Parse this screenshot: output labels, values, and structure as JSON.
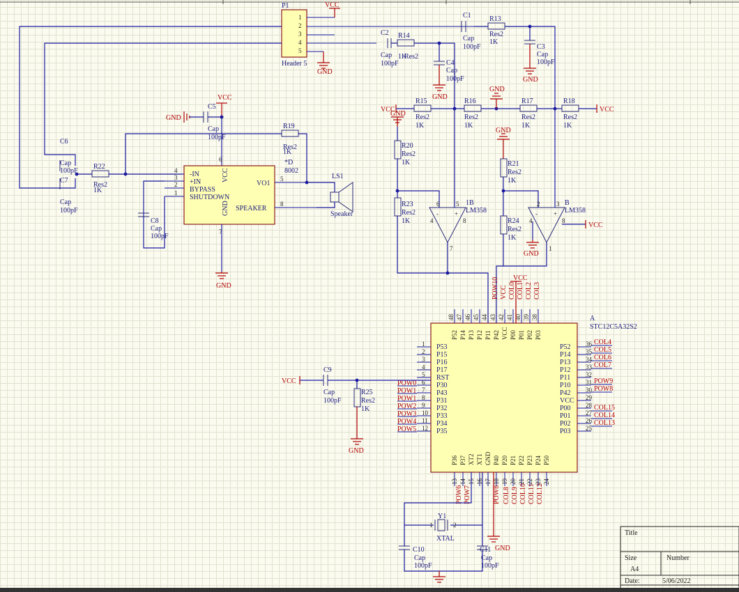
{
  "p1": {
    "ref": "P1",
    "name": "Header 5",
    "pins": [
      "1",
      "2",
      "3",
      "4",
      "5"
    ]
  },
  "net": {
    "vcc": "VCC",
    "gnd": "GND"
  },
  "caps": {
    "c1": {
      "ref": "C1",
      "type": "Cap",
      "val": "100pF"
    },
    "c2": {
      "ref": "C2",
      "type": "Cap",
      "val": "100pF"
    },
    "c3": {
      "ref": "C3",
      "type": "Cap",
      "val": "100pF"
    },
    "c4": {
      "ref": "C4",
      "type": "Cap",
      "val": "100pF"
    },
    "c5": {
      "ref": "C5",
      "type": "Cap",
      "val": "100pF"
    },
    "c6": {
      "ref": "C6",
      "type": "Cap",
      "val": "100pF"
    },
    "c7": {
      "ref": "C7",
      "type": "Cap",
      "val": "100pF"
    },
    "c8": {
      "ref": "C8",
      "type": "Cap",
      "val": "100pF"
    },
    "c9": {
      "ref": "C9",
      "type": "Cap",
      "val": "100pF"
    },
    "c10": {
      "ref": "C10",
      "type": "Cap",
      "val": "100pF"
    },
    "c11": {
      "ref": "C11",
      "type": "Cap",
      "val": "100pF"
    }
  },
  "res": {
    "r13": {
      "ref": "R13",
      "type": "Res2",
      "val": "1K"
    },
    "r14": {
      "ref": "R14",
      "type": "Res2",
      "val": "1K"
    },
    "r15": {
      "ref": "R15",
      "type": "Res2",
      "val": "1K"
    },
    "r16": {
      "ref": "R16",
      "type": "Res2",
      "val": "1K"
    },
    "r17": {
      "ref": "R17",
      "type": "Res2",
      "val": "1K"
    },
    "r18": {
      "ref": "R18",
      "type": "Res2",
      "val": "1K"
    },
    "r19": {
      "ref": "R19",
      "type": "Res2",
      "val": "1K"
    },
    "r20": {
      "ref": "R20",
      "type": "Res2",
      "val": "1K"
    },
    "r21": {
      "ref": "R21",
      "type": "Res2",
      "val": "1K"
    },
    "r22": {
      "ref": "R22",
      "type": "Res2",
      "val": "1K"
    },
    "r23": {
      "ref": "R23",
      "type": "Res2",
      "val": "1K"
    },
    "r24": {
      "ref": "R24",
      "type": "Res2",
      "val": "1K"
    },
    "r25": {
      "ref": "R25",
      "type": "Res2",
      "val": "1K"
    }
  },
  "amp": {
    "ref": "VO1",
    "part": "*D",
    "name": "8002",
    "pin_in_neg": "-IN",
    "pin_in_pos": "+IN",
    "pin_bypass": "BYPASS",
    "pin_shutdown": "SHUTDOWN",
    "pin_vcc": "VCC",
    "pin_gnd": "GND",
    "pin_speaker": "SPEAKER",
    "n4": "4",
    "n3": "3",
    "n2": "2",
    "n1": "1",
    "n5": "5",
    "n8": "8",
    "n6": "6",
    "n7": "7"
  },
  "ls1": {
    "ref": "LS1",
    "name": "Speaker"
  },
  "op1b": {
    "ref": "1B",
    "part": "LM358",
    "n5": "5",
    "n6": "6",
    "n7": "7",
    "n4": "4",
    "n8": "8"
  },
  "op2b": {
    "ref": "B",
    "part": "LM358",
    "n2": "2",
    "n3": "3",
    "n1": "1",
    "n4": "4",
    "n8": "8"
  },
  "mcu": {
    "ref": "A",
    "part": "STC12C5A32S2",
    "top_pins": [
      "P52",
      "P14",
      "P13",
      "P12",
      "P11",
      "P42",
      "VCC",
      "P00",
      "P01",
      "P02",
      "P03"
    ],
    "top_nums": [
      "48",
      "47",
      "46",
      "45",
      "44",
      "43",
      "42",
      "41",
      "40",
      "39",
      "38"
    ],
    "top_nets": [
      "POW10",
      "VCC",
      "COL0",
      "COL1",
      "COL2",
      "COL3"
    ],
    "left_pins": [
      "P53",
      "P15",
      "P16",
      "P17",
      "RST",
      "P30",
      "P43",
      "P31",
      "P32",
      "P33",
      "P34",
      "P35"
    ],
    "left_nums": [
      "1",
      "2",
      "3",
      "4",
      "5",
      "6",
      "7",
      "8",
      "9",
      "10",
      "11",
      "12"
    ],
    "left_nets": [
      "POW0",
      "POW1",
      "POW1",
      "POW2",
      "POW3",
      "POW4",
      "POW5"
    ],
    "right_pins": [
      "P52",
      "P14",
      "P13",
      "P12",
      "P11",
      "P10",
      "P42",
      "VCC",
      "P00",
      "P01",
      "P02",
      "P03"
    ],
    "right_nums": [
      "36",
      "35",
      "34",
      "33",
      "32",
      "31",
      "30",
      "29",
      "28",
      "27",
      "26",
      "25"
    ],
    "right_nets": [
      "COL4",
      "COL5",
      "COL6",
      "COL7",
      "POW9",
      "POW8",
      "COL15",
      "COL14",
      "COL13"
    ],
    "bottom_pins": [
      "P36",
      "P37",
      "XT2",
      "XT1",
      "GND",
      "P40",
      "P20",
      "P21",
      "P22",
      "P23",
      "P24",
      "P50"
    ],
    "bottom_nums": [
      "13",
      "14",
      "15",
      "16",
      "17",
      "18",
      "19",
      "20",
      "21",
      "22",
      "23",
      "24"
    ],
    "bottom_nets": [
      "POW6",
      "POW7",
      "POW8",
      "COL8",
      "COL9",
      "COL10",
      "COL11",
      "COL12"
    ]
  },
  "y1": {
    "ref": "Y1",
    "name": "XTAL",
    "n1": "1",
    "n2": "2"
  },
  "title_block": {
    "title_label": "Title",
    "size_label": "Size",
    "size_val": "A4",
    "number_label": "Number",
    "date_label": "Date:",
    "date_val": "5/06/2022"
  }
}
